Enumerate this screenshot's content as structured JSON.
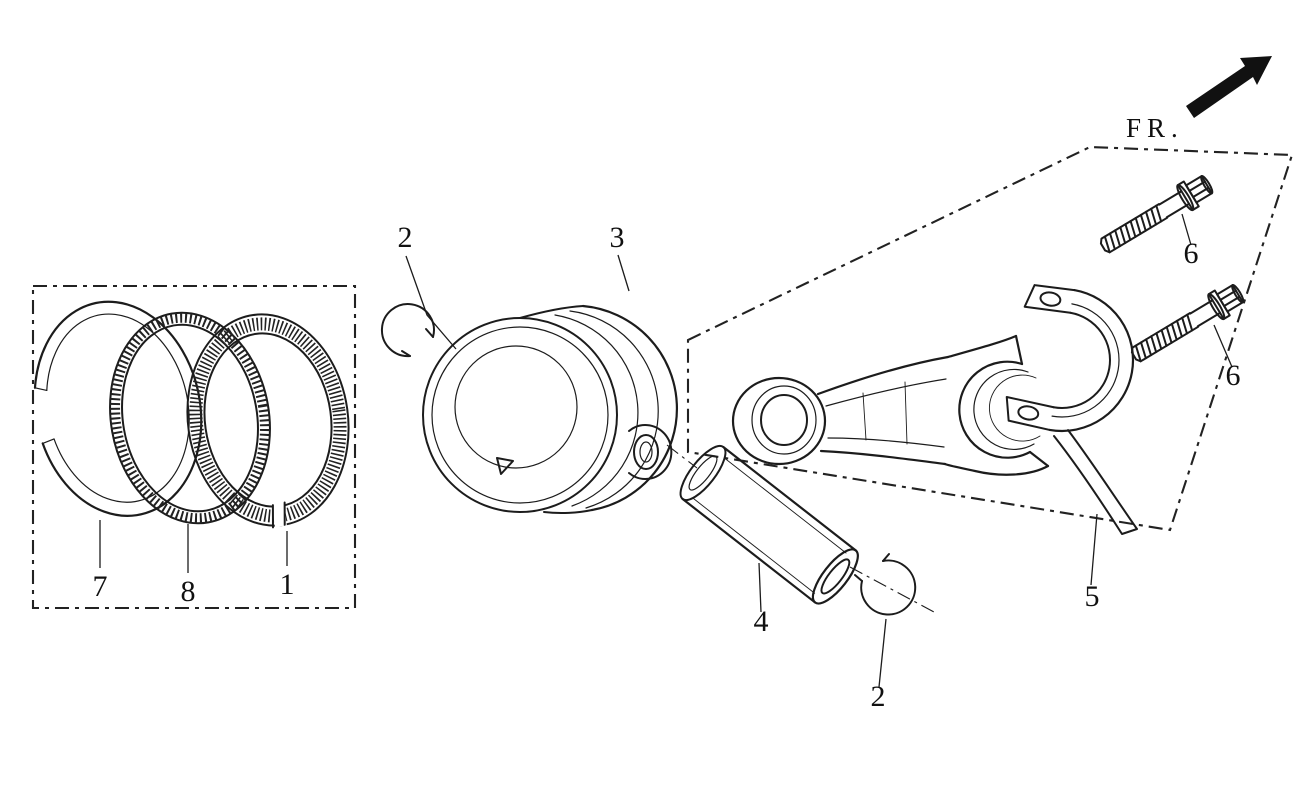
{
  "page": {
    "background": "#ffffff",
    "line_color": "#1c1c1c"
  },
  "direction": {
    "label": "FR.",
    "icon": "arrow-up-right"
  },
  "callouts": {
    "ring_top": "7",
    "ring_oil": "8",
    "ring_second": "1",
    "clip_upper": "2",
    "clip_lower": "2",
    "piston": "3",
    "piston_pin": "4",
    "rod_assembly": "5",
    "bolt_upper": "6",
    "bolt_lower": "6"
  }
}
